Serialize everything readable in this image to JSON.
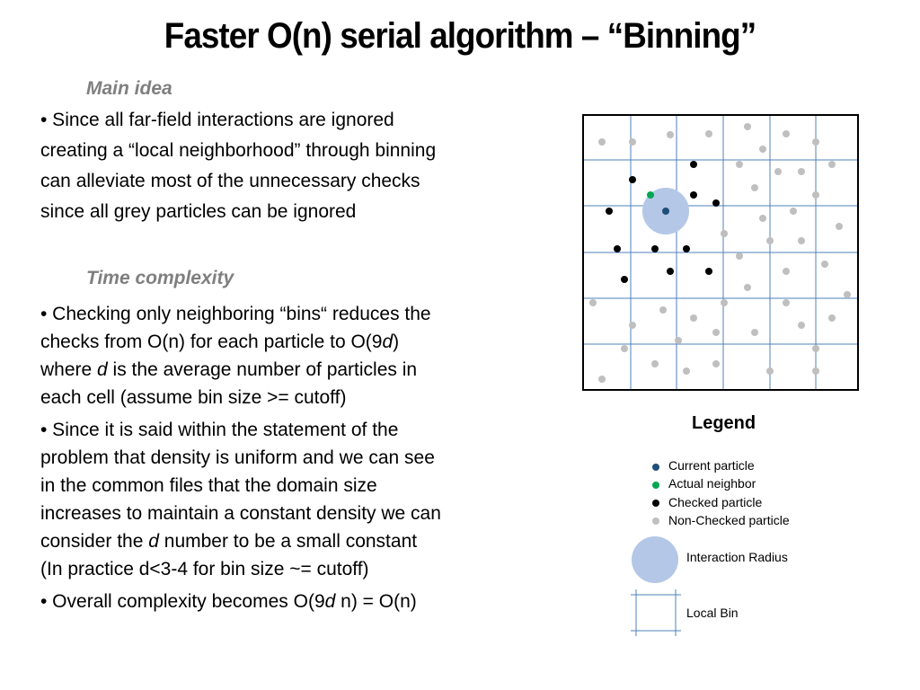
{
  "title": "Faster O(n) serial algorithm – “Binning”",
  "main_idea": {
    "heading": "Main idea",
    "lines": [
      "• Since all far-field interactions are ignored",
      "creating a “local neighborhood” through binning",
      "can alleviate most of the unnecessary checks",
      "since all grey particles can be ignored"
    ]
  },
  "time_complexity": {
    "heading": "Time complexity",
    "bullet1": {
      "line1": "• Checking only neighboring “bins“ reduces the",
      "line2_pre": "checks from O(n) for each particle to O(9",
      "line2_var": "d",
      "line2_post": ")",
      "line3_pre": "where ",
      "line3_var": "d",
      "line3_post": " is the average number of particles in",
      "line4": "each cell (assume bin size >= cutoff)"
    },
    "bullet2": {
      "line1": "• Since it is said within the statement of the",
      "line2": "problem that density is uniform and we can see",
      "line3": "in the common files that the domain size",
      "line4": "increases to maintain a constant density we can",
      "line5_pre": "consider the ",
      "line5_var": "d",
      "line5_post": " number to be a small constant",
      "line6": "(In practice d<3-4 for bin size ~= cutoff)"
    },
    "bullet3": {
      "pre": "• Overall complexity becomes O(9",
      "var": "d",
      "post": " n) = O(n)"
    }
  },
  "legend": {
    "title": "Legend",
    "current": "Current particle",
    "neighbor": "Actual neighbor",
    "checked": "Checked particle",
    "nonchecked": "Non-Checked particle",
    "radius": "Interaction Radius",
    "bin": "Local Bin"
  },
  "colors": {
    "current": "#1f4e79",
    "neighbor": "#00a651",
    "checked": "#000000",
    "nonchecked": "#bfbfbf",
    "radius": "#b4c7e7",
    "grid": "#4f81bd"
  }
}
